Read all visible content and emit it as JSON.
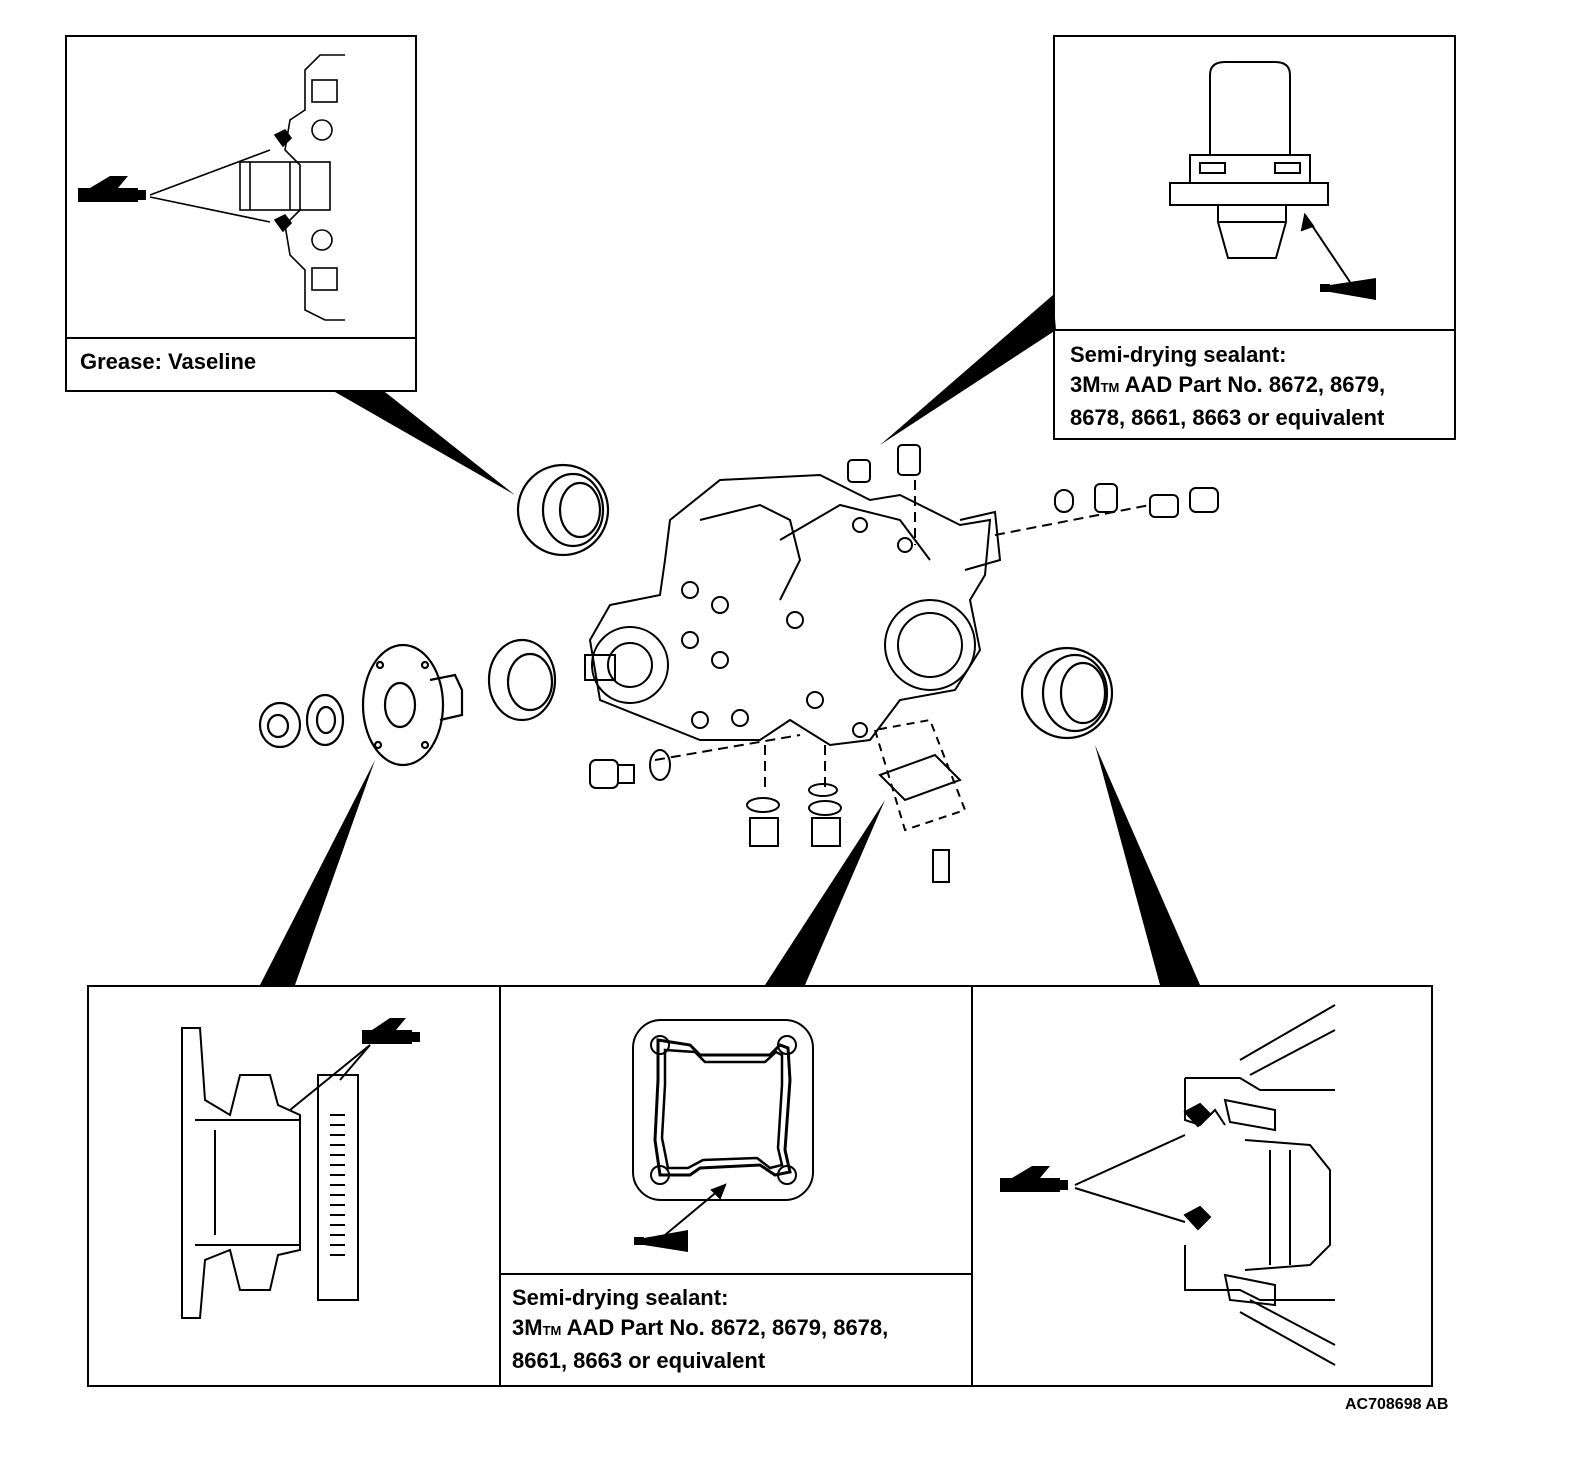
{
  "callouts": {
    "top_left": {
      "line1": "Grease: Vaseline"
    },
    "top_right": {
      "line1": "Semi-drying sealant:",
      "brand_prefix": "3M",
      "brand_tm": "TM",
      "line2_rest": " AAD Part No. 8672, 8679,",
      "line3": "8678, 8661, 8663 or equivalent"
    },
    "bottom_center": {
      "line1": "Semi-drying sealant:",
      "brand_prefix": "3M",
      "brand_tm": "TM",
      "line2_rest": " AAD Part No. 8672, 8679, 8678,",
      "line3": "8661, 8663 or equivalent"
    }
  },
  "reference_code": "AC708698 AB",
  "icons": [
    "grease-gun-icon",
    "sealant-tube-icon"
  ]
}
